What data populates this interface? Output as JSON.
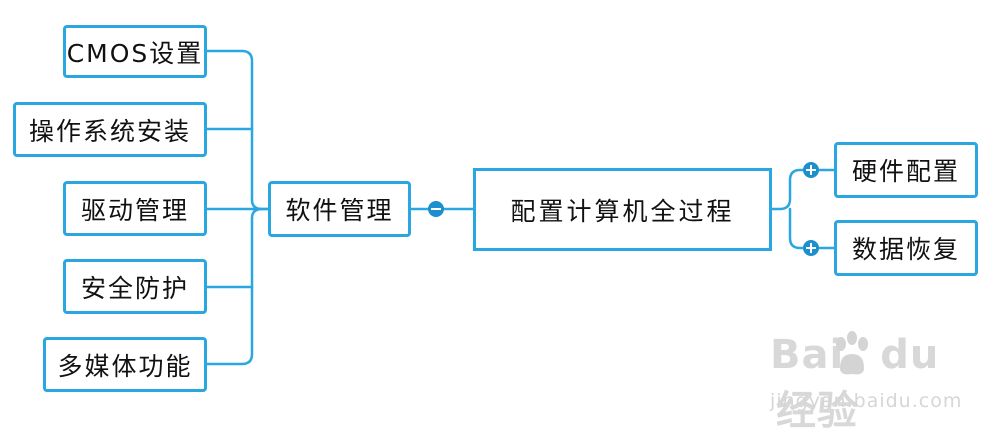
{
  "diagram": {
    "root": "配置计算机全过程",
    "left_branch": {
      "label": "软件管理",
      "children": [
        "CMOS设置",
        "操作系统安装",
        "驱动管理",
        "安全防护",
        "多媒体功能"
      ]
    },
    "right_children": [
      "硬件配置",
      "数据恢复"
    ],
    "line_color": "#2aa6e0",
    "handle_color": "#1d8fcc"
  },
  "watermark": {
    "brand_left": "Bai",
    "brand_right": "du",
    "brand_cn": "经验",
    "url": "jingyan.baidu.com"
  }
}
